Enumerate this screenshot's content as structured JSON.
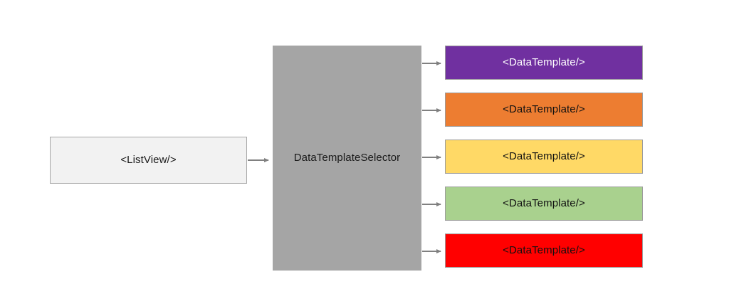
{
  "diagram": {
    "title": "DataTemplateSelector flow diagram",
    "background_color": "#FFFFFF",
    "source": {
      "label": "<ListView/>",
      "fill": "#F2F2F2",
      "border": "#A6A6A6",
      "text_color": "#1A1A1A"
    },
    "selector": {
      "label": "DataTemplateSelector",
      "fill": "#A5A5A5",
      "border": "#A5A5A5",
      "text_color": "#1A1A1A"
    },
    "connector": {
      "color": "#808080",
      "stroke_width": 2,
      "arrowhead": "solid-triangle"
    },
    "templates": [
      {
        "label": "<DataTemplate/>",
        "fill": "#7030A0",
        "text_color": "#FFFFFF",
        "border": "#9C9C9C"
      },
      {
        "label": "<DataTemplate/>",
        "fill": "#ED7D31",
        "text_color": "#111111",
        "border": "#9C9C9C"
      },
      {
        "label": "<DataTemplate/>",
        "fill": "#FFD966",
        "text_color": "#111111",
        "border": "#9C9C9C"
      },
      {
        "label": "<DataTemplate/>",
        "fill": "#A9D18E",
        "text_color": "#111111",
        "border": "#9C9C9C"
      },
      {
        "label": "<DataTemplate/>",
        "fill": "#FF0000",
        "text_color": "#111111",
        "border": "#9C9C9C"
      }
    ]
  }
}
